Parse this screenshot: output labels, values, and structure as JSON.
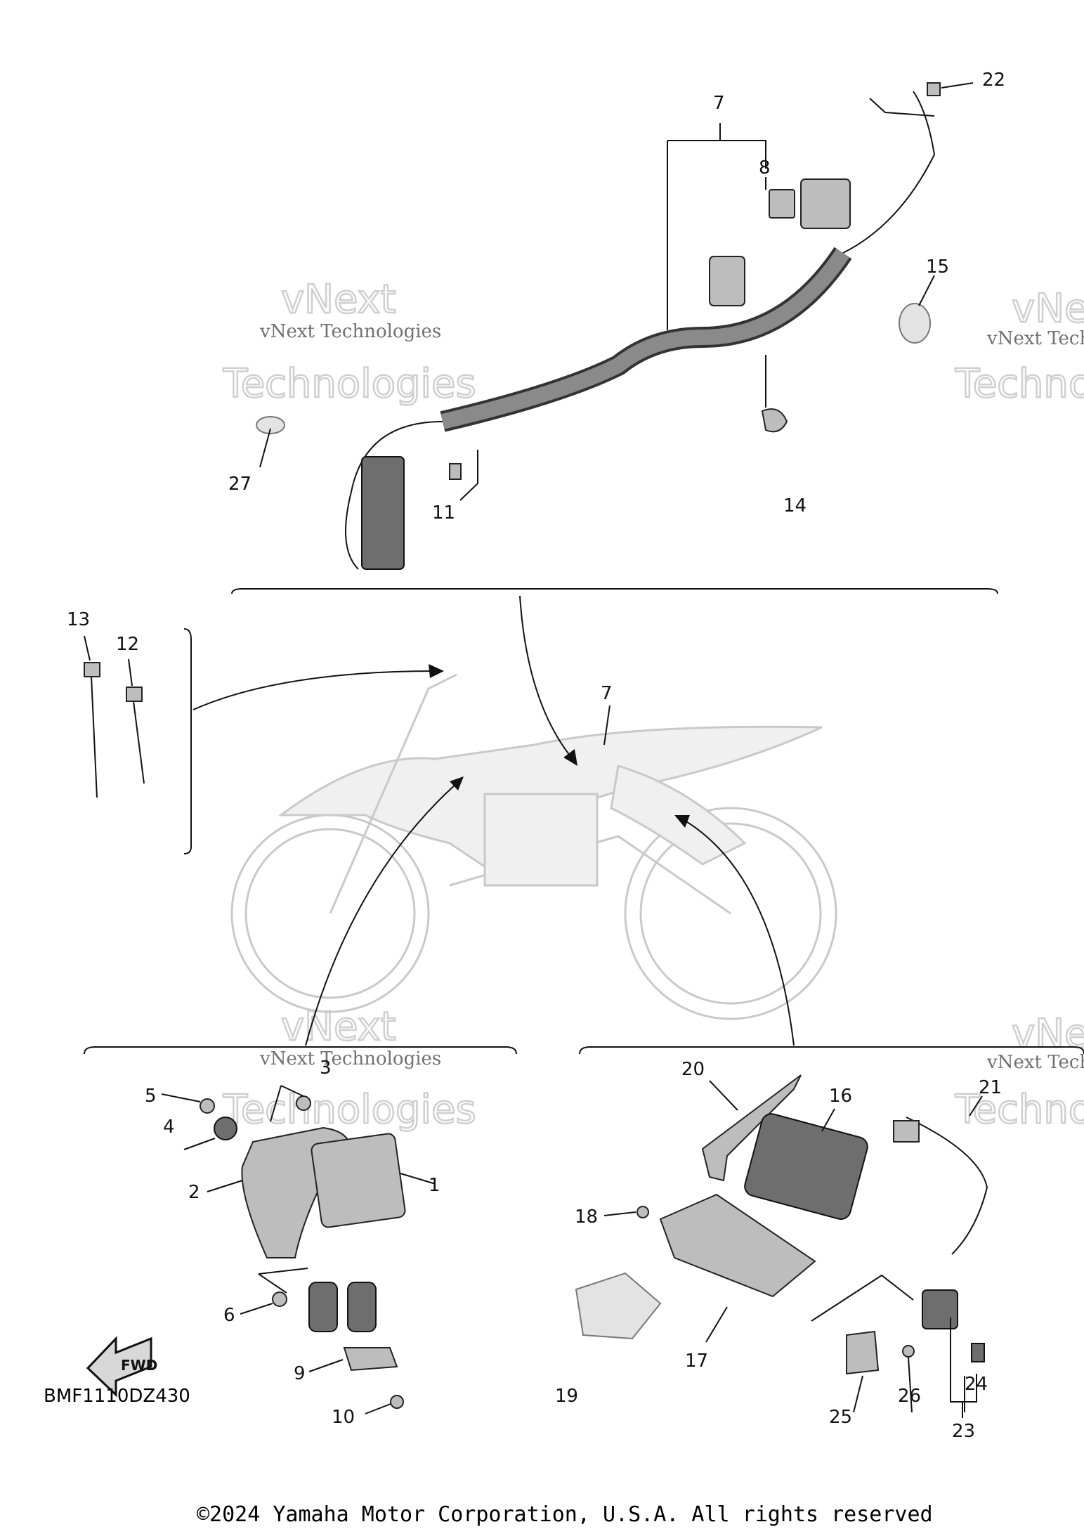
{
  "copyright": "©2024 Yamaha Motor Corporation, U.S.A. All rights reserved",
  "diagram_code": "BMF1110DZ430",
  "fwd_label": "FWD",
  "watermark": {
    "company_line": "vNext Technologies",
    "big_word_1": "vNext",
    "big_word_2": "Technologies"
  },
  "callouts": {
    "c1": "1",
    "c2": "2",
    "c3": "3",
    "c4": "4",
    "c5": "5",
    "c6": "6",
    "c7a": "7",
    "c7b": "7",
    "c8": "8",
    "c9": "9",
    "c10": "10",
    "c11": "11",
    "c12": "12",
    "c13": "13",
    "c14": "14",
    "c15": "15",
    "c16": "16",
    "c17": "17",
    "c18": "18",
    "c19": "19",
    "c20": "20",
    "c21": "21",
    "c22": "22",
    "c23": "23",
    "c24": "24",
    "c25": "25",
    "c26": "26",
    "c27": "27"
  }
}
